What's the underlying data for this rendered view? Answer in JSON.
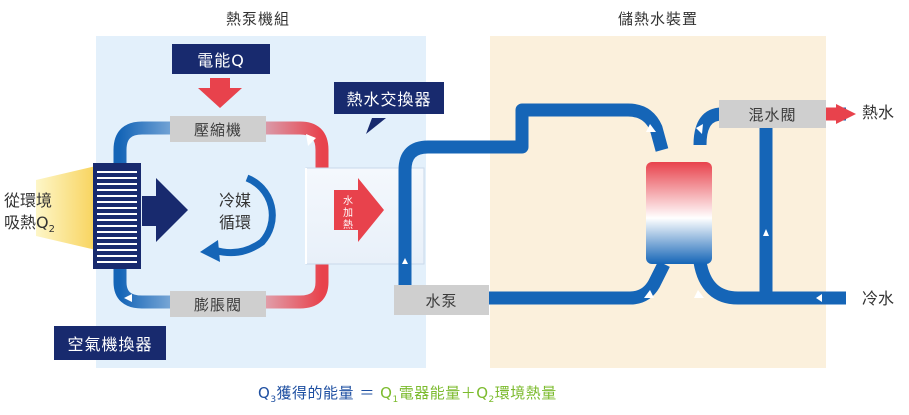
{
  "heat_pump_unit": {
    "title": "熱泵機組"
  },
  "storage_unit": {
    "title": "儲熱水裝置"
  },
  "electric_energy": {
    "label": "電能Q"
  },
  "compressor": {
    "label": "壓縮機"
  },
  "expansion_valve": {
    "label": "膨脹閥"
  },
  "refrigerant_cycle": {
    "line1": "冷媒",
    "line2": "循環"
  },
  "water_heat_exchanger": {
    "label": "熱水交換器"
  },
  "water_heating": {
    "chars": [
      "水",
      "加",
      "熱"
    ]
  },
  "water_pump": {
    "label": "水泵"
  },
  "mixing_valve": {
    "label": "混水閥"
  },
  "hot_water": {
    "label": "熱水"
  },
  "cold_water": {
    "label": "冷水"
  },
  "ambient": {
    "line1": "從環境",
    "line2": "吸熱Q",
    "sub": "2"
  },
  "air_heat_exchanger": {
    "label": "空氣機換器"
  },
  "formula": {
    "q3": "Q",
    "q3_sub": "3",
    "lhs": "獲得的能量",
    "eq": "＝",
    "q1": "Q",
    "q1_sub": "1",
    "electric_part": "電器能量",
    "plus": "＋",
    "q2": "Q",
    "q2_sub": "2",
    "ambient_part": "環境熱量"
  },
  "colors": {
    "pipe_blue": "#1565b7",
    "pipe_red": "#e8424c",
    "navy": "#182a6e",
    "heat_pump_bg": "#e3f0fb",
    "storage_bg": "#fbf0dc",
    "formula_blue": "#1e4fa1",
    "formula_green": "#7cbb2e"
  }
}
